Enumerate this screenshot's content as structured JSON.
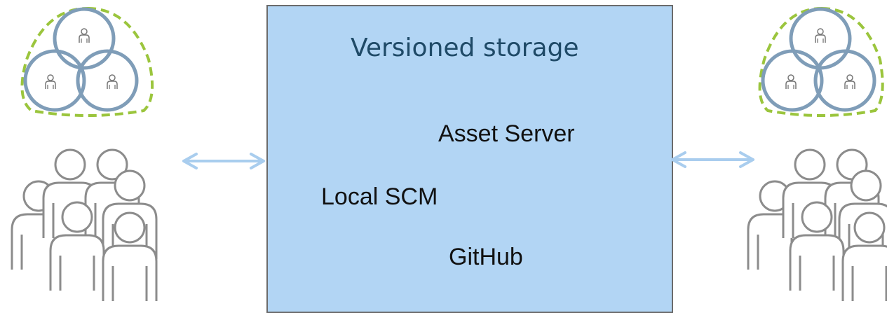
{
  "title": "Versioned storage",
  "storage_items": [
    "Asset Server",
    "Local SCM",
    "GitHub"
  ],
  "colors": {
    "box_fill": "#b2d5f4",
    "box_border": "#6b6b6b",
    "title_text": "#1f4a67",
    "arrow": "#a9cdee",
    "team_dash": "#9bc53d",
    "team_circle": "#7f9db8",
    "crowd_stroke": "#8c8c8c"
  },
  "icons": {
    "team": "team-overlap-icon",
    "crowd": "crowd-icon",
    "arrow": "bidirectional-arrow-icon"
  }
}
